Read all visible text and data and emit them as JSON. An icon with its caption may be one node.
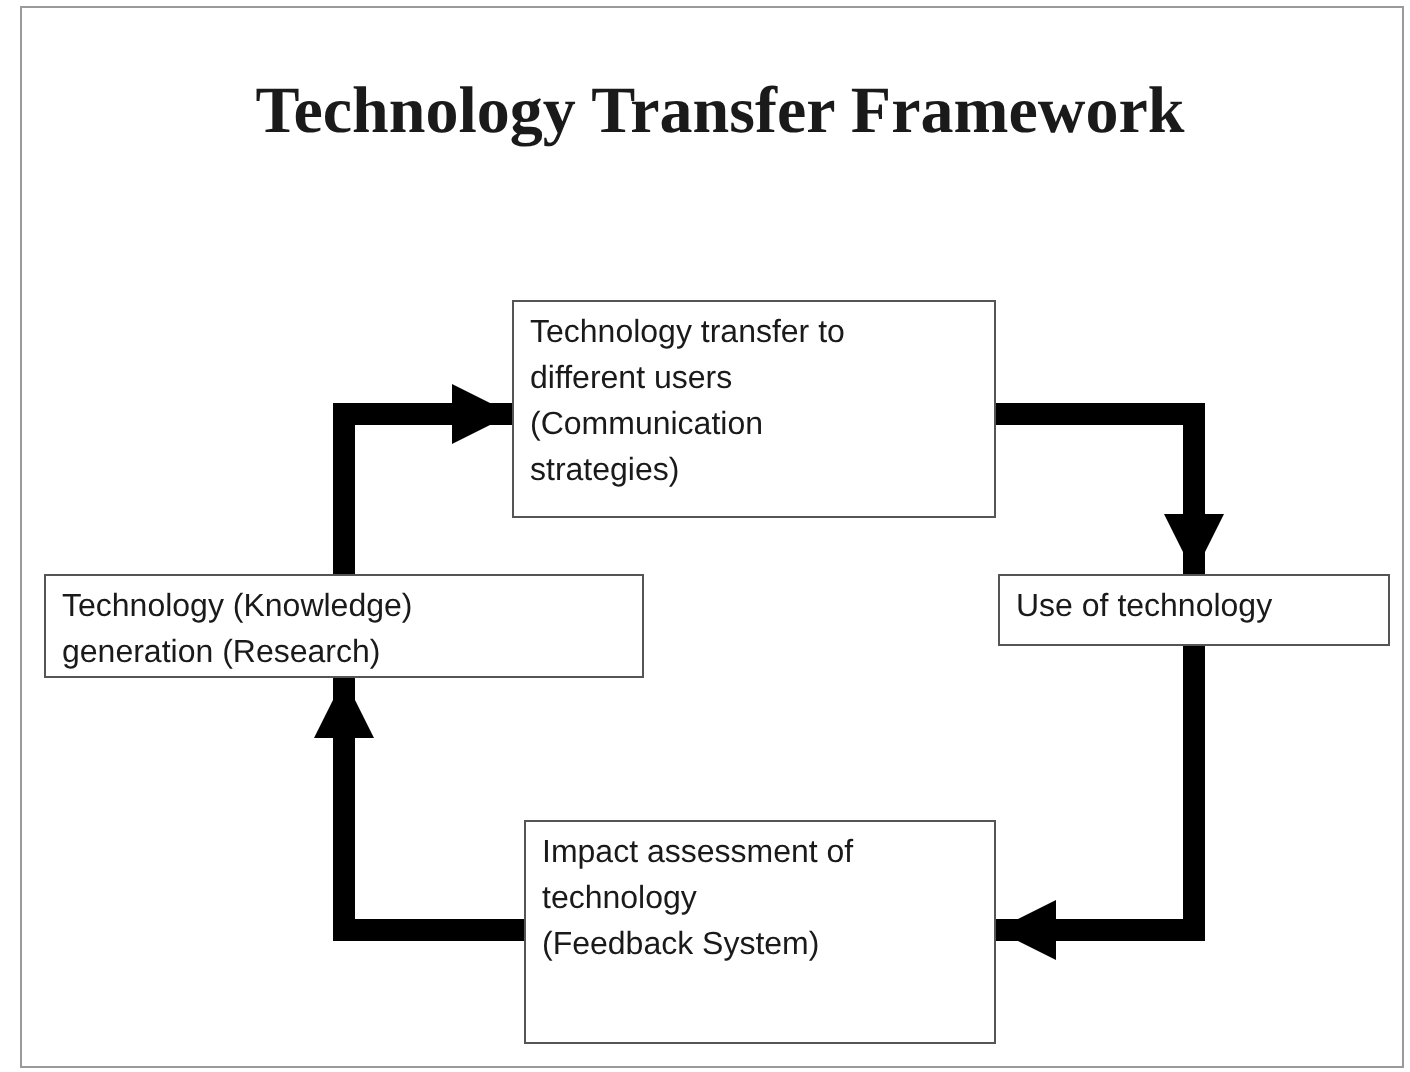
{
  "diagram": {
    "title": "Technology Transfer Framework",
    "nodes": [
      {
        "text": [
          "Technology transfer to different users",
          "(Communication strategies)"
        ]
      },
      {
        "text": [
          "Technology (Knowledge) generation (Research)"
        ]
      },
      {
        "text": [
          "Use of technology"
        ]
      },
      {
        "text": [
          "Impact assessment of technology",
          "(Feedback System)"
        ]
      }
    ],
    "edges": [
      {
        "from": 1,
        "to": 0,
        "arrow": "to"
      },
      {
        "from": 0,
        "to": 2,
        "arrow": "to"
      },
      {
        "from": 2,
        "to": 3,
        "arrow": "to"
      },
      {
        "from": 3,
        "to": 1,
        "arrow": "to"
      }
    ]
  }
}
